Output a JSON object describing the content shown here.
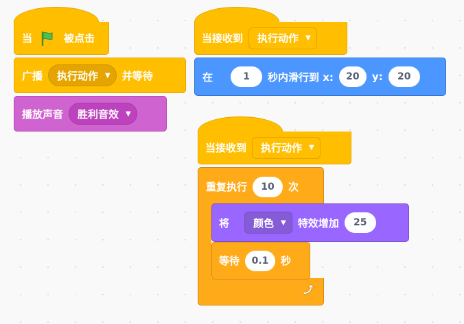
{
  "script1": {
    "hat": {
      "when_label": "当",
      "flag_icon": "green-flag-icon",
      "clicked_label": "被点击"
    },
    "broadcast": {
      "label": "广播",
      "message": "执行动作",
      "and_wait_label": "并等待"
    },
    "play_sound": {
      "label": "播放声音",
      "sound": "胜利音效"
    }
  },
  "script2": {
    "hat": {
      "label": "当接收到",
      "message": "执行动作"
    },
    "glide": {
      "in_label": "在",
      "seconds": "1",
      "glide_label": "秒内滑行到 x:",
      "x": "20",
      "y_label": "y:",
      "y": "20"
    }
  },
  "script3": {
    "hat": {
      "label": "当接收到",
      "message": "执行动作"
    },
    "repeat": {
      "label": "重复执行",
      "times": "10",
      "times_label": "次",
      "loop_icon": "loop-arrow-icon"
    },
    "change_effect": {
      "label": "将",
      "effect": "颜色",
      "change_label": "特效增加",
      "value": "25"
    },
    "wait": {
      "label": "等待",
      "seconds": "0.1",
      "seconds_label": "秒"
    }
  },
  "colors": {
    "events": "#ffbf00",
    "motion": "#4c97ff",
    "sound": "#cf63cf",
    "looks": "#9966ff",
    "control": "#ffab19"
  }
}
